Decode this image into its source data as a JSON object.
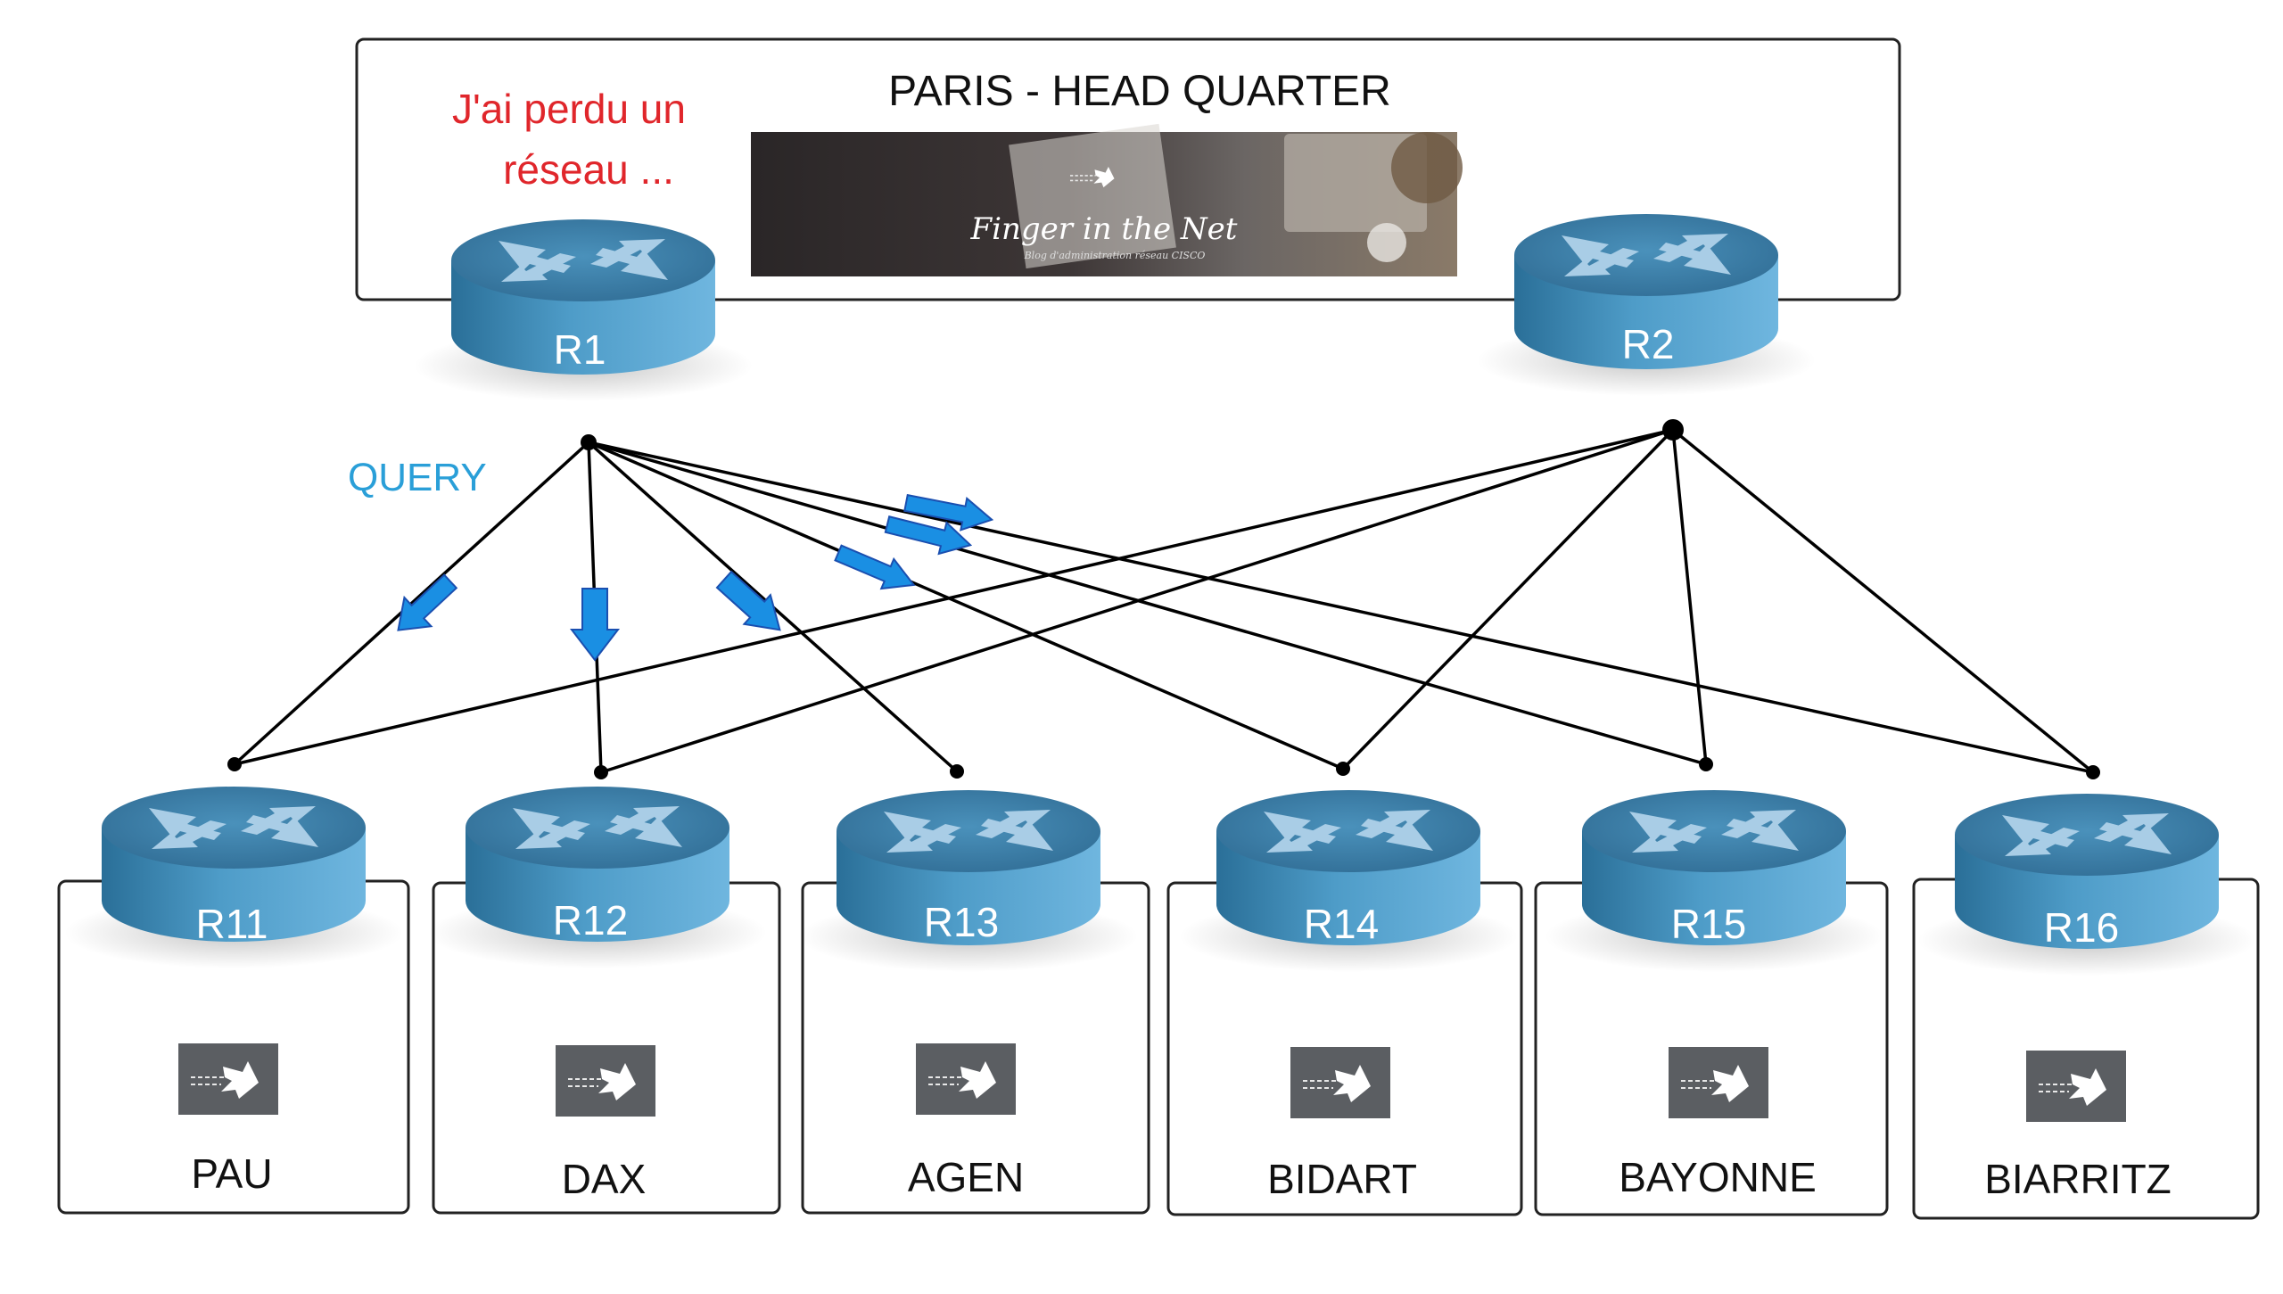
{
  "hq": {
    "title": "PARIS - HEAD QUARTER",
    "note_line1": "J'ai perdu un",
    "note_line2": "réseau ...",
    "banner_brand": "Finger in the Net",
    "banner_tagline": "Blog d'administration réseau CISCO"
  },
  "hq_routers": [
    {
      "id": "r1",
      "label": "R1"
    },
    {
      "id": "r2",
      "label": "R2"
    }
  ],
  "query_label": "QUERY",
  "branches": [
    {
      "id": "r11",
      "router": "R11",
      "site": "PAU"
    },
    {
      "id": "r12",
      "router": "R12",
      "site": "DAX"
    },
    {
      "id": "r13",
      "router": "R13",
      "site": "AGEN"
    },
    {
      "id": "r14",
      "router": "R14",
      "site": "BIDART"
    },
    {
      "id": "r15",
      "router": "R15",
      "site": "BAYONNE"
    },
    {
      "id": "r16",
      "router": "R16",
      "site": "BIARRITZ"
    }
  ],
  "colors": {
    "router_top": "#3f84ad",
    "router_side": "#3b87b5",
    "router_side_light": "#5ea8d4",
    "arrow_fill": "#1a8fe3",
    "query_text": "#2a9fd8",
    "note_text": "#e0262b",
    "link_line": "#000000"
  }
}
